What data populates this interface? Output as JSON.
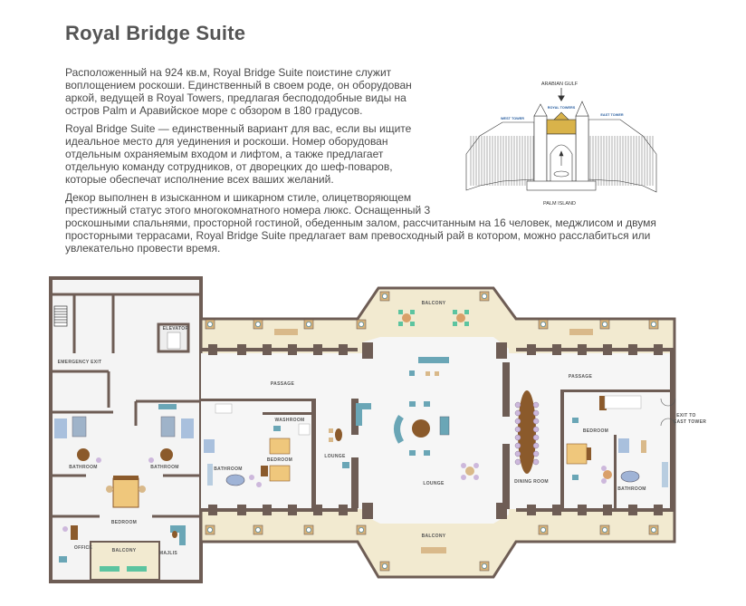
{
  "page": {
    "title": "Royal Bridge Suite",
    "paragraphs": [
      "Расположенный на 924 кв.м, Royal Bridge Suite поистине служит воплощением роскоши. Единственный в своем роде, он оборудован аркой, ведущей в Royal Towers, предлагая беспододобные виды на остров Palm и Аравийское море с обзором в 180 градусов.",
      "Royal Bridge Suite — единственный вариант для вас, если вы ищите идеальное место для уединения и роскоши. Номер оборудован отдельным охраняемым входом и лифтом, а также предлагает отдельную команду сотрудников, от дворецких до шеф-поваров, которые обеспечат исполнение всех ваших желаний.",
      "Декор выполнен в изысканном и шикарном стиле, олицетворяющем престижный статус этого многокомнатного номера люкс. Оснащенный 3 роскошными спальнями, просторной гостиной, обеденным залом, рассчитанным на 16 человек, меджлисом и двумя просторными террасами, Royal Bridge Suite предлагает вам превосходный рай в котором, можно расслабиться или увлекательно провести время."
    ]
  },
  "location_diagram": {
    "top_label": "ARABIAN GULF",
    "royal_towers": "ROYAL TOWERS",
    "west_tower": "WEST TOWER",
    "east_tower": "EAST TOWER",
    "bottom_label": "PALM ISLAND"
  },
  "floor_plan": {
    "rooms": {
      "elevator": "ELEVATOR",
      "emergency_exit": "EMERGENCY EXIT",
      "passage_left": "PASSAGE",
      "passage_right": "PASSAGE",
      "bathroom_1": "BATHROOM",
      "bathroom_2": "BATHROOM",
      "bathroom_3": "BATHROOM",
      "bathroom_4": "BATHROOM",
      "washroom": "WASHROOM",
      "bedroom_1": "BEDROOM",
      "bedroom_2": "BEDROOM",
      "bedroom_3": "BEDROOM",
      "lounge_1": "LOUNGE",
      "lounge_2": "LOUNGE",
      "dining_room": "DINING ROOM",
      "office": "OFFICE",
      "majlis": "MAJLIS",
      "balcony_1": "BALCONY",
      "balcony_2": "BALCONY",
      "balcony_3": "BALCONY",
      "exit_line1": "EXIT TO",
      "exit_line2": "EAST TOWER"
    }
  },
  "colors": {
    "wall": "#6e5d55",
    "terrace": "#f2ead0",
    "floor": "#f4f4f4",
    "teal": "#6aa6b6",
    "bed": "#efc77c",
    "wood": "#8b5a2b",
    "chair": "#cdb8dc",
    "green": "#5cc4a0"
  }
}
